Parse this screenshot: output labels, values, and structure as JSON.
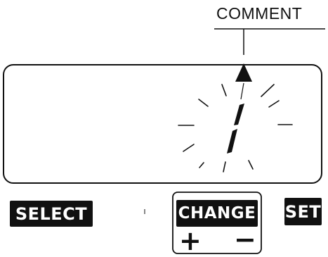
{
  "labels": {
    "comment": "COMMENT"
  },
  "buttons": {
    "select": "SELECT",
    "change": "CHANGE",
    "set": "SET"
  },
  "signs": {
    "plus": "+",
    "minus": "−"
  },
  "colors": {
    "ink": "#111111",
    "background": "#ffffff"
  },
  "icons": {
    "pointer": "up-triangle-icon",
    "blinking_segment": "blinking-segment-icon"
  }
}
